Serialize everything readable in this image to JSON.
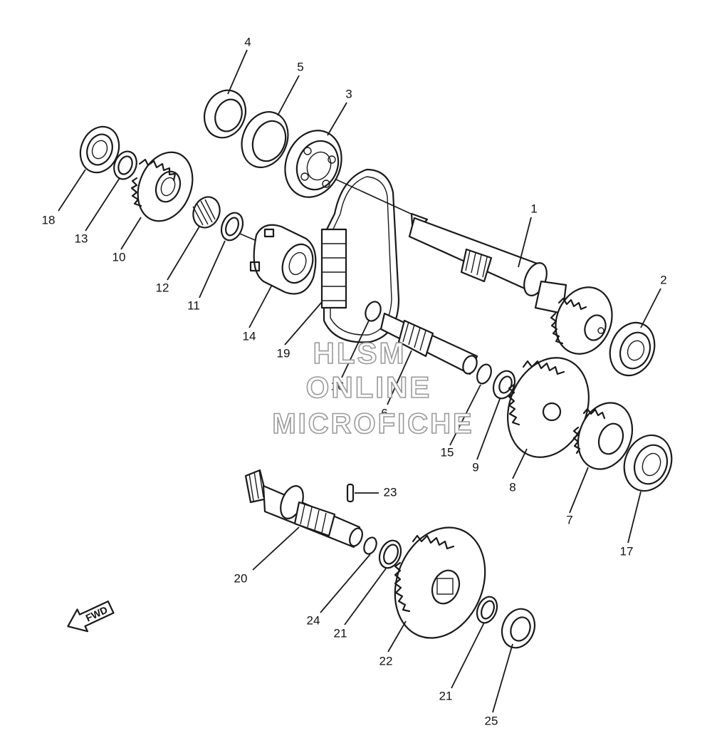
{
  "watermark": {
    "line1": "HLSM",
    "line2": "ONLINE",
    "line3": "MICROFICHE",
    "color": "#9a9a9a"
  },
  "direction_marker": {
    "label": "FWD",
    "icon": "arrow-left-down"
  },
  "callouts": {
    "c1": "1",
    "c2": "2",
    "c3": "3",
    "c4": "4",
    "c5": "5",
    "c6": "6",
    "c7": "7",
    "c8": "8",
    "c9": "9",
    "c10": "10",
    "c11": "11",
    "c12": "12",
    "c13": "13",
    "c14": "14",
    "c15": "15",
    "c16": "16",
    "c17": "17",
    "c18": "18",
    "c19": "19",
    "c20": "20",
    "c21a": "21",
    "c21b": "21",
    "c22": "22",
    "c23": "23",
    "c24": "24",
    "c25": "25"
  }
}
